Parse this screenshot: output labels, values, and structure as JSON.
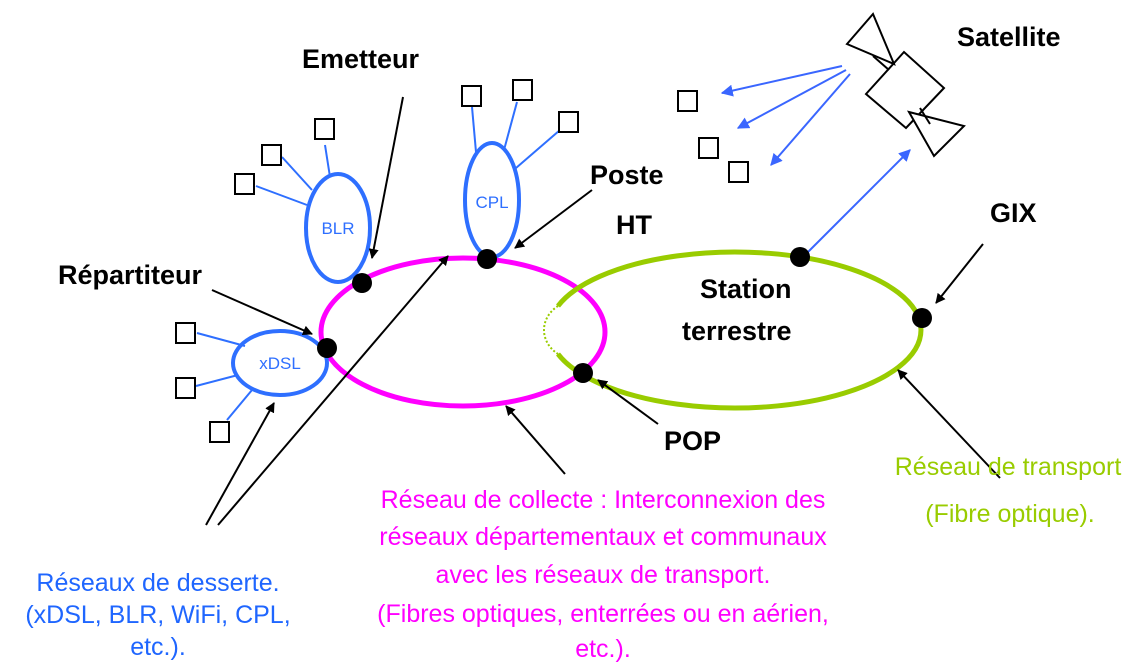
{
  "colors": {
    "access": "#2e6fff",
    "collection": "#ff00ff",
    "transport": "#99cc00",
    "arrow_blue": "#3a66ff",
    "black": "#000000"
  },
  "labels": {
    "satellite": "Satellite",
    "emetteur": "Emetteur",
    "poste": "Poste",
    "ht": "HT",
    "gix": "GIX",
    "station_1": "Station",
    "station_2": "terrestre",
    "repartiteur": "Répartiteur",
    "pop": "POP"
  },
  "nodes": {
    "blr": "BLR",
    "cpl": "CPL",
    "xdsl": "xDSL"
  },
  "captions": {
    "access": [
      "Réseaux de desserte.",
      "(xDSL, BLR, WiFi, CPL,",
      "etc.)."
    ],
    "collection": [
      "Réseau de collecte : Interconnexion des",
      "réseaux départementaux et communaux",
      "avec les réseaux de transport.",
      "(Fibres optiques, enterrées ou en aérien,",
      "etc.)."
    ],
    "transport": [
      "Réseau de transport",
      "(Fibre optique)."
    ]
  }
}
